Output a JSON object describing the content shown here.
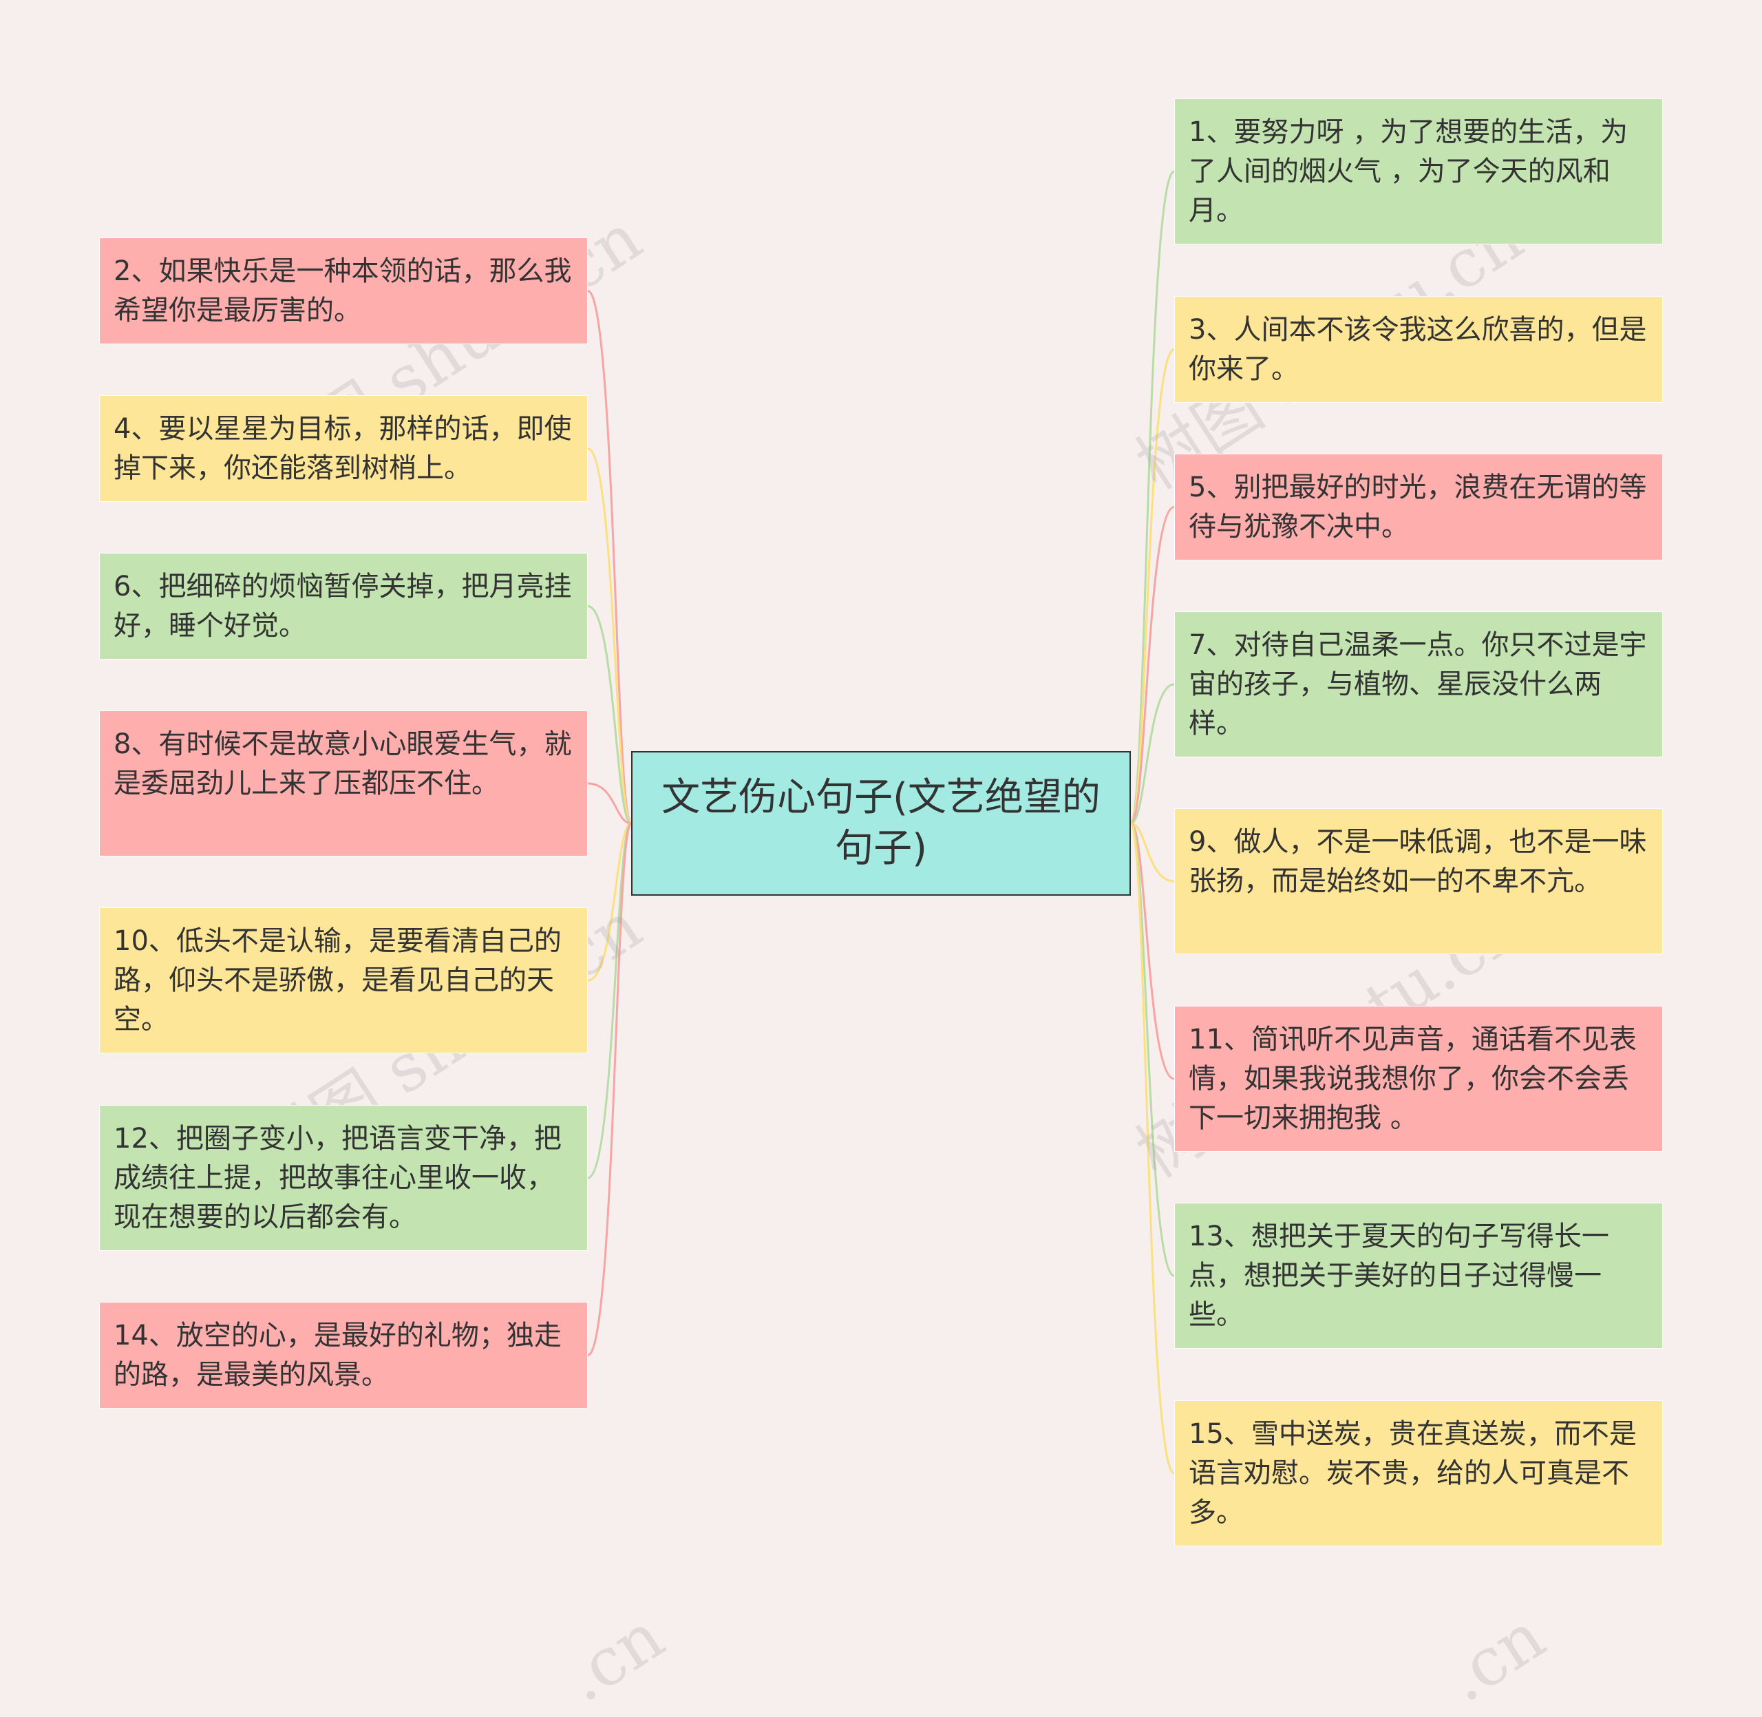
{
  "root": {
    "text": "文艺伤心句子(文艺绝望的句子)"
  },
  "colors": {
    "green": "#c3e3b1",
    "yellow": "#fde697",
    "red": "#ffaeae",
    "root": "#a3ebe2"
  },
  "watermark": "树图 shutu.cn",
  "watermark_partial": ".cn",
  "left": [
    {
      "text": "2、如果快乐是一种本领的话，那么我希望你是最厉害的。",
      "color": "red"
    },
    {
      "text": "4、要以星星为目标，那样的话，即使掉下来，你还能落到树梢上。",
      "color": "yellow"
    },
    {
      "text": "6、把细碎的烦恼暂停关掉，把月亮挂好，睡个好觉。",
      "color": "green"
    },
    {
      "text": "8、有时候不是故意小心眼爱生气，就是委屈劲儿上来了压都压不住。",
      "color": "red"
    },
    {
      "text": "10、低头不是认输，是要看清自己的路，仰头不是骄傲，是看见自己的天空。",
      "color": "yellow"
    },
    {
      "text": "12、把圈子变小，把语言变干净，把成绩往上提，把故事往心里收一收，现在想要的以后都会有。",
      "color": "green"
    },
    {
      "text": "14、放空的心，是最好的礼物；独走的路，是最美的风景。",
      "color": "red"
    }
  ],
  "right": [
    {
      "text": "1、要努力呀 ，为了想要的生活，为了人间的烟火气 ，为了今天的风和月。",
      "color": "green"
    },
    {
      "text": "3、人间本不该令我这么欣喜的，但是你来了。",
      "color": "yellow"
    },
    {
      "text": "5、别把最好的时光，浪费在无谓的等待与犹豫不决中。",
      "color": "red"
    },
    {
      "text": "7、对待自己温柔一点。你只不过是宇宙的孩子，与植物、星辰没什么两样。",
      "color": "green"
    },
    {
      "text": "9、做人，不是一味低调，也不是一味张扬，而是始终如一的不卑不亢。",
      "color": "yellow"
    },
    {
      "text": "11、简讯听不见声音，通话看不见表情，如果我说我想你了，你会不会丢下一切来拥抱我 。",
      "color": "red"
    },
    {
      "text": "13、想把关于夏天的句子写得长一点，想把关于美好的日子过得慢一些。",
      "color": "green"
    },
    {
      "text": "15、雪中送炭，贵在真送炭，而不是语言劝慰。炭不贵，给的人可真是不多。",
      "color": "yellow"
    }
  ]
}
